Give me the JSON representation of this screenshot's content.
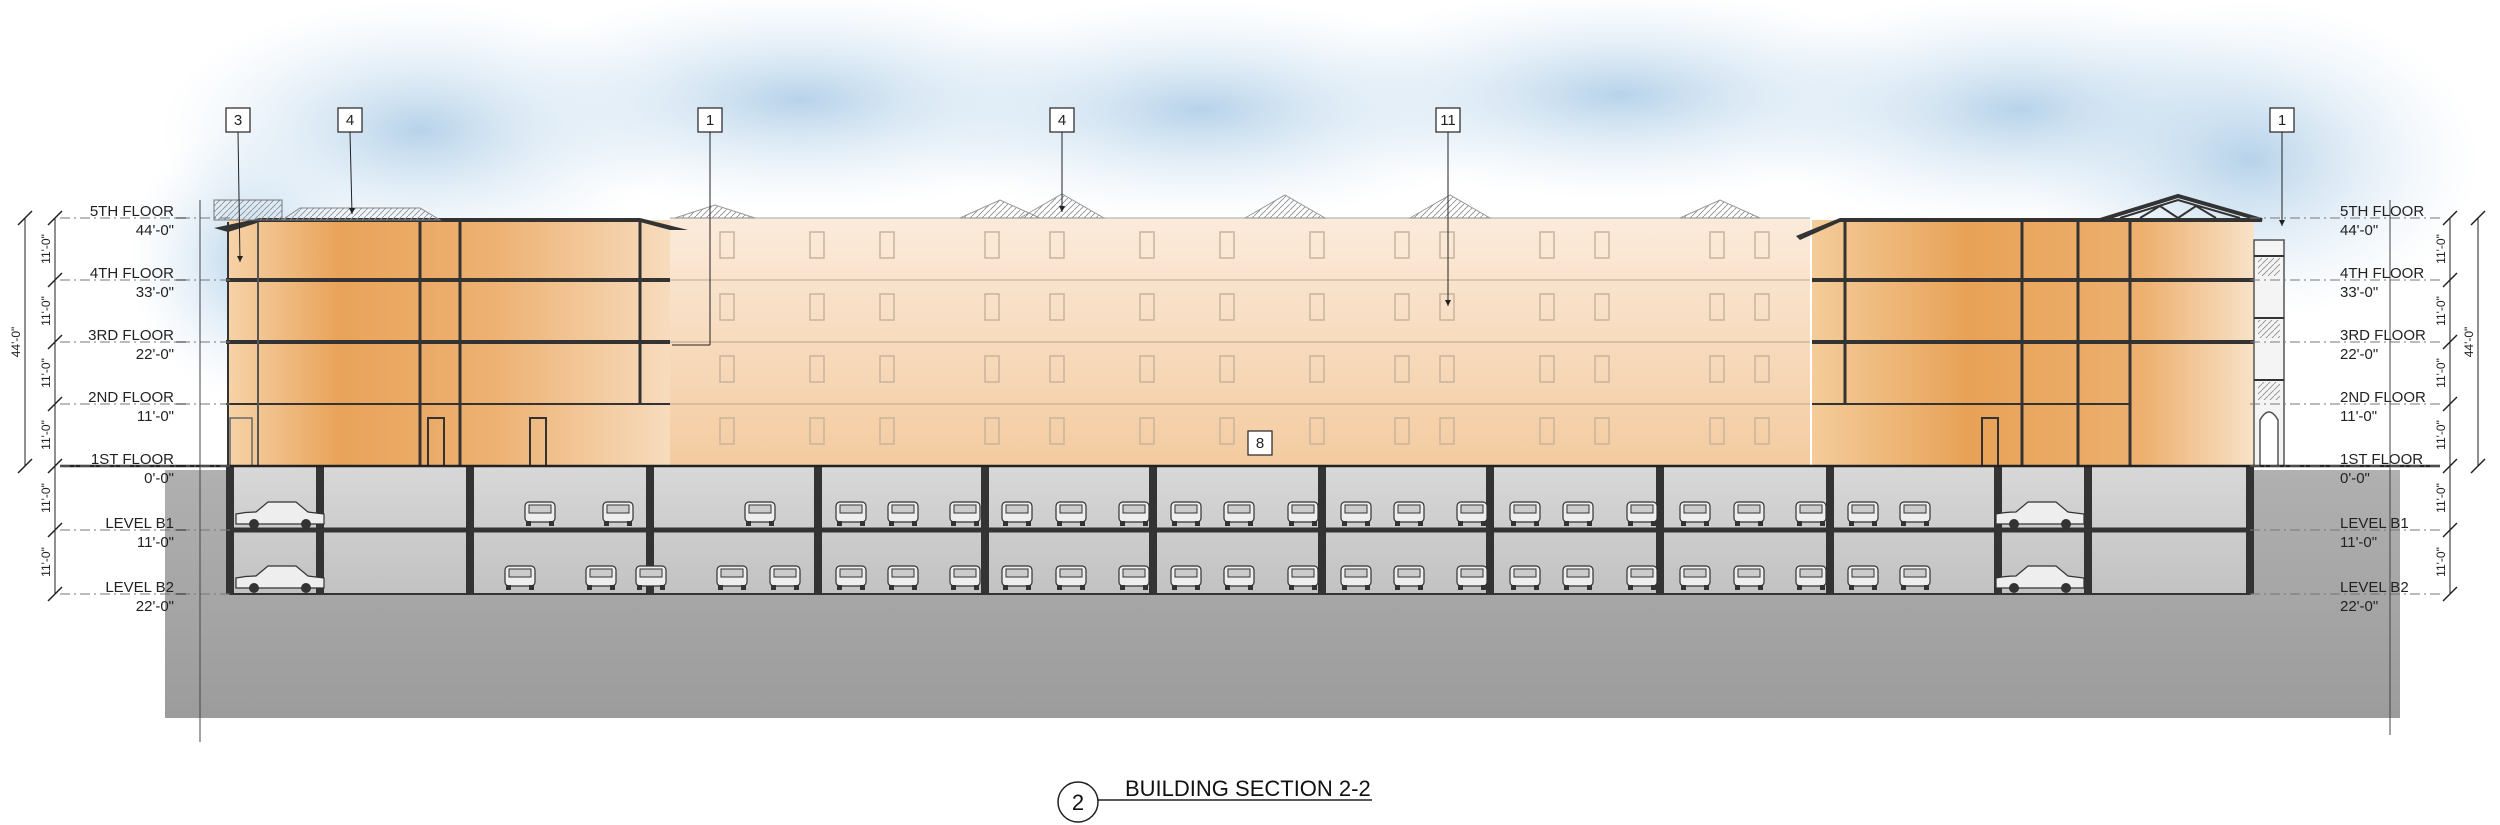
{
  "section_title": "BUILDING SECTION 2-2",
  "section_number": "2",
  "levels_left": [
    {
      "name": "5TH FLOOR",
      "elevation": "44'-0\""
    },
    {
      "name": "4TH FLOOR",
      "elevation": "33'-0\""
    },
    {
      "name": "3RD FLOOR",
      "elevation": "22'-0\""
    },
    {
      "name": "2ND FLOOR",
      "elevation": "11'-0\""
    },
    {
      "name": "1ST FLOOR",
      "elevation": "0'-0\""
    },
    {
      "name": "LEVEL B1",
      "elevation": "11'-0\""
    },
    {
      "name": "LEVEL B2",
      "elevation": "22'-0\""
    }
  ],
  "levels_right": [
    {
      "name": "5TH FLOOR",
      "elevation": "44'-0\""
    },
    {
      "name": "4TH FLOOR",
      "elevation": "33'-0\""
    },
    {
      "name": "3RD FLOOR",
      "elevation": "22'-0\""
    },
    {
      "name": "2ND FLOOR",
      "elevation": "11'-0\""
    },
    {
      "name": "1ST FLOOR",
      "elevation": "0'-0\""
    },
    {
      "name": "LEVEL B1",
      "elevation": "11'-0\""
    },
    {
      "name": "LEVEL B2",
      "elevation": "22'-0\""
    }
  ],
  "dimensions": {
    "floor_to_floor": "11'-0\"",
    "overall": "44'-0\""
  },
  "keynote_tags": [
    "3",
    "4",
    "1",
    "4",
    "11",
    "1",
    "8"
  ],
  "colors": {
    "building_orange": "#e8a45a",
    "building_light": "#f6d4ad",
    "garage_gray": "#c8c8c8",
    "ground_gray": "#a9a9a9",
    "sky_blue": "#bcd8ec",
    "line": "#333333"
  }
}
